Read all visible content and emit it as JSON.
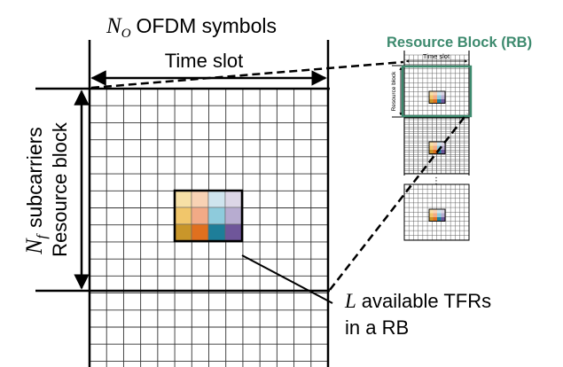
{
  "top_label": {
    "symbol": "N",
    "subscript": "O",
    "text": "OFDM symbols"
  },
  "time_slot_label": "Time slot",
  "left_label": {
    "symbol": "N",
    "subscript": "f",
    "text": "subcarriers"
  },
  "resource_block_label": "Resource block",
  "rb_title": "Resource Block (RB)",
  "tfr_label": {
    "symbol": "L",
    "line1": "available TFRs",
    "line2": "in a RB"
  },
  "mini": {
    "time_slot": "Time slot",
    "resource_block": "Resource block",
    "ellipsis": "⋮"
  },
  "colors": {
    "rb_green": "#3d8a6e",
    "tfr_palette": [
      [
        "#f7e0a6",
        "#f8d2b4",
        "#cfe4ee",
        "#dcd6e6"
      ],
      [
        "#f1c66b",
        "#f2aa86",
        "#8ecbdc",
        "#b7acd0"
      ],
      [
        "#c9962a",
        "#e0701f",
        "#1e7e99",
        "#6f569a"
      ]
    ]
  }
}
